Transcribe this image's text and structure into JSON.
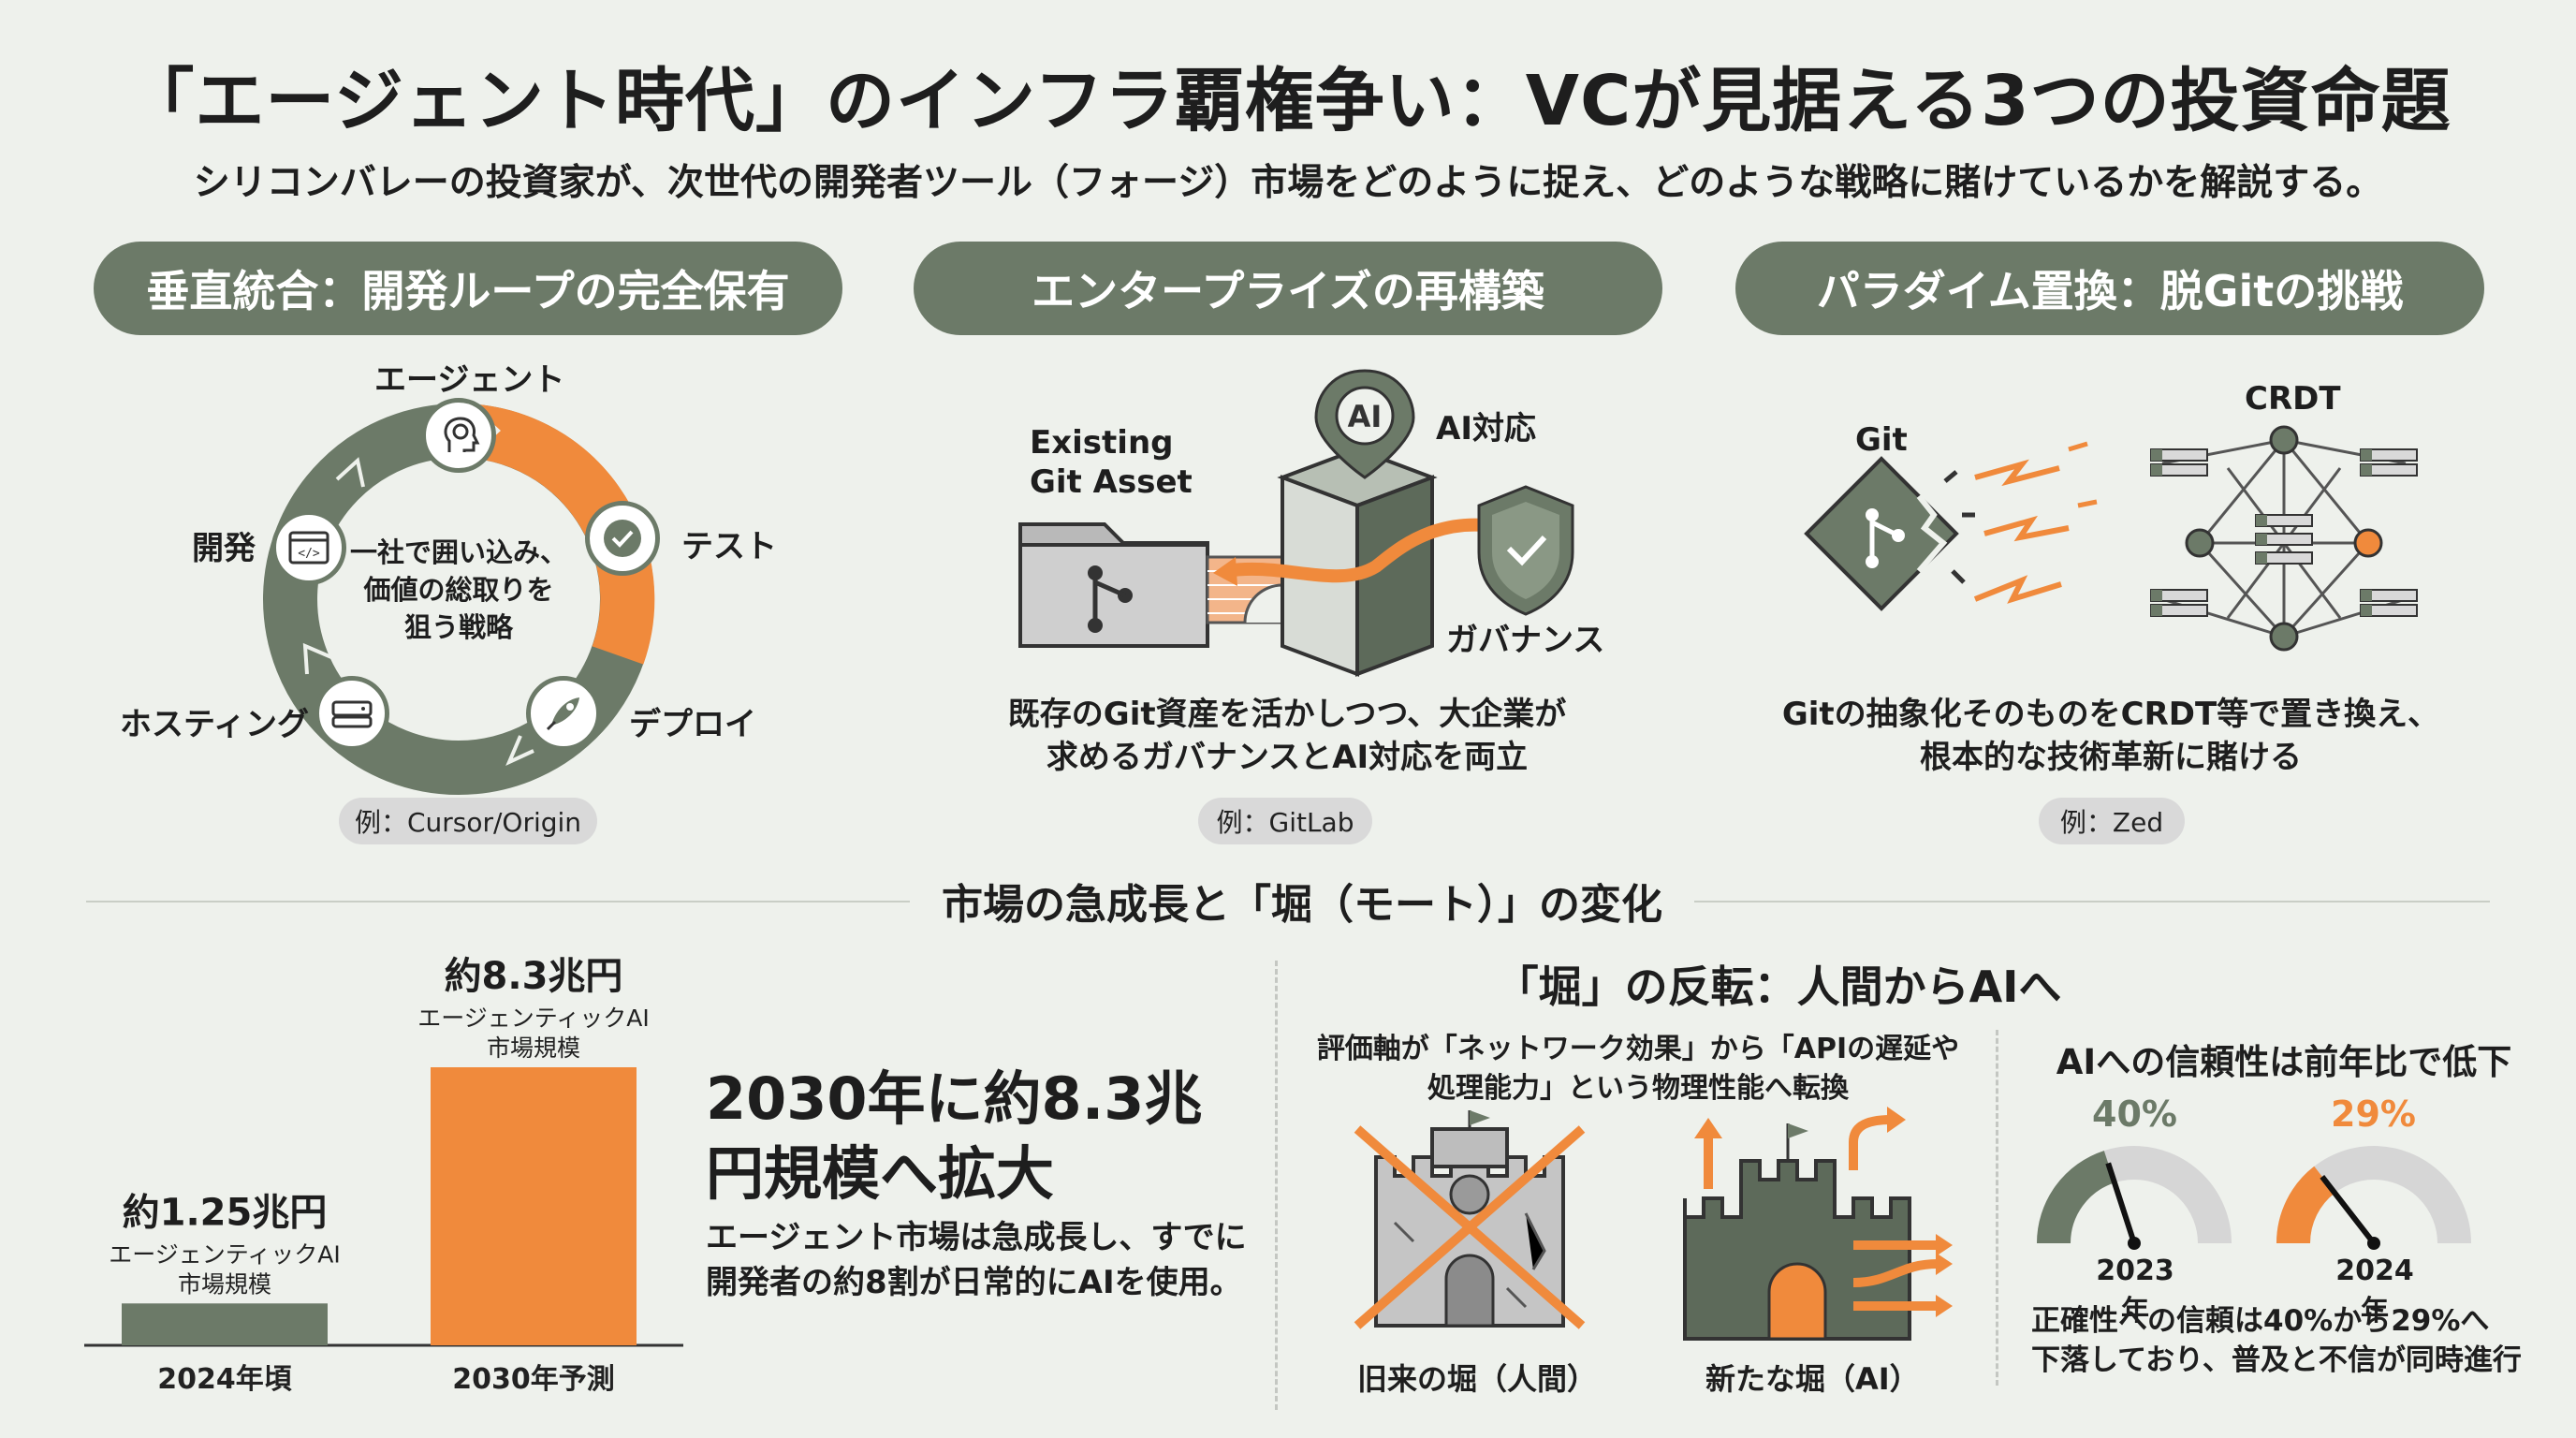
{
  "header": {
    "title": "「エージェント時代」のインフラ覇権争い：VCが見据える3つの投資命題",
    "subtitle": "シリコンバレーの投資家が、次世代の開発者ツール（フォージ）市場をどのように捉え、どのような戦略に賭けているかを解説する。"
  },
  "theses": [
    {
      "heading": "垂直統合：開発ループの完全保有",
      "cycle_center": [
        "一社で囲い込み、",
        "価値の総取りを",
        "狙う戦略"
      ],
      "cycle_labels": {
        "agent": "エージェント",
        "test": "テスト",
        "deploy": "デプロイ",
        "hosting": "ホスティング",
        "dev": "開発"
      },
      "example": "例：Cursor/Origin"
    },
    {
      "heading": "エンタープライズの再構築",
      "labels": {
        "existing": "Existing\nGit Asset",
        "ai": "AI対応",
        "ai_badge": "AI",
        "governance": "ガバナンス"
      },
      "caption": [
        "既存のGit資産を活かしつつ、大企業が",
        "求めるガバナンスとAI対応を両立"
      ],
      "example": "例：GitLab"
    },
    {
      "heading": "パラダイム置換：脱Gitの挑戦",
      "labels": {
        "git": "Git",
        "crdt": "CRDT"
      },
      "caption": [
        "Gitの抽象化そのものをCRDT等で置き換え、",
        "根本的な技術革新に賭ける"
      ],
      "example": "例：Zed"
    }
  ],
  "market": {
    "section_title": "市場の急成長と「堀（モート）」の変化",
    "headline": [
      "2030年に約8.3兆",
      "円規模へ拡大"
    ],
    "body": [
      "エージェント市場は急成長し、すでに",
      "開発者の約8割が日常的にAIを使用。"
    ]
  },
  "chart_data": {
    "type": "bar",
    "categories": [
      "2024年頃",
      "2030年予測"
    ],
    "values": [
      1.25,
      8.3
    ],
    "unit": "兆円",
    "value_labels": [
      "約1.25兆円",
      "約8.3兆円"
    ],
    "sub_labels": [
      "エージェンティックAI\n市場規模",
      "エージェンティックAI\n市場規模"
    ],
    "colors": [
      "#6c7a68",
      "#f08a3c"
    ]
  },
  "moat": {
    "title": "「堀」の反転：人間からAIへ",
    "description": [
      "評価軸が「ネットワーク効果」から「APIの遅延や",
      "処理能力」という物理性能へ転換"
    ],
    "old_label": "旧来の堀（人間）",
    "new_label": "新たな堀（AI）"
  },
  "trust": {
    "title": "AIへの信頼性は前年比で低下",
    "gauges": [
      {
        "year": "2023年",
        "value_label": "40%",
        "value": 40,
        "color": "#6c7a68"
      },
      {
        "year": "2024年",
        "value_label": "29%",
        "value": 29,
        "color": "#f08a3c"
      }
    ],
    "note": [
      "正確性への信頼は40%から29%へ",
      "下落しており、普及と不信が同時進行"
    ]
  },
  "colors": {
    "accent": "#f08a3c",
    "primary": "#6c7a68",
    "background": "#eef1ec",
    "pill_text": "#ffffff"
  }
}
